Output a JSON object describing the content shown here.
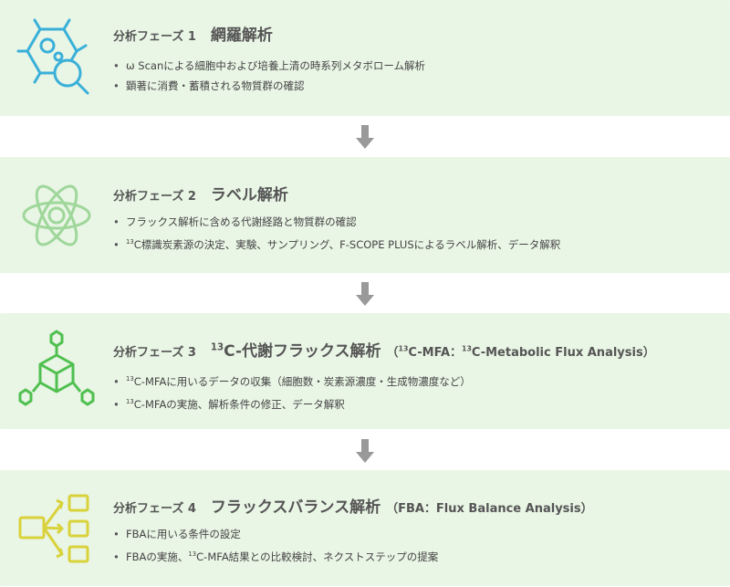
{
  "phases": [
    {
      "label": "分析フェーズ 1",
      "title": "網羅解析",
      "bullets": [
        "ω Scanによる細胞中および培養上清の時系列メタボローム解析",
        "顕著に消費・蓄積される物質群の確認"
      ],
      "icon": "cell-magnifier-icon",
      "icon_color": "#3ab0d9"
    },
    {
      "label": "分析フェーズ 2",
      "title": "ラベル解析",
      "bullets": [
        "フラックス解析に含める代謝経路と物質群の確認",
        "C標識炭素源の決定、実験、サンプリング、F-SCOPE PLUSによるラベル解析、データ解釈"
      ],
      "bullet2_sup": "13",
      "icon": "atom-icon",
      "icon_color": "#9fd79a"
    },
    {
      "label": "分析フェーズ 3",
      "title_sup": "13",
      "title": "C-代謝フラックス解析",
      "subtitle_open": "（",
      "subtitle_sup1": "13",
      "subtitle_mid": "C-MFA：",
      "subtitle_sup2": "13",
      "subtitle_end": "C-Metabolic Flux Analysis）",
      "bullets": [
        "C-MFAに用いるデータの収集（細胞数・炭素源濃度・生成物濃度など）",
        "C-MFAの実施、解析条件の修正、データ解釈"
      ],
      "bullet_sup": "13",
      "icon": "network-cube-icon",
      "icon_color": "#4fc04f"
    },
    {
      "label": "分析フェーズ 4",
      "title": "フラックスバランス解析",
      "subtitle": "（FBA：Flux Balance Analysis）",
      "bullets": [
        "FBAに用いる条件の設定",
        "C-MFA結果との比較検討、ネクストステップの提案"
      ],
      "bullet2_prefix": "FBAの実施、",
      "bullet2_sup": "13",
      "icon": "distribution-flow-icon",
      "icon_color": "#d9d23a"
    }
  ],
  "arrow_color": "#999999"
}
